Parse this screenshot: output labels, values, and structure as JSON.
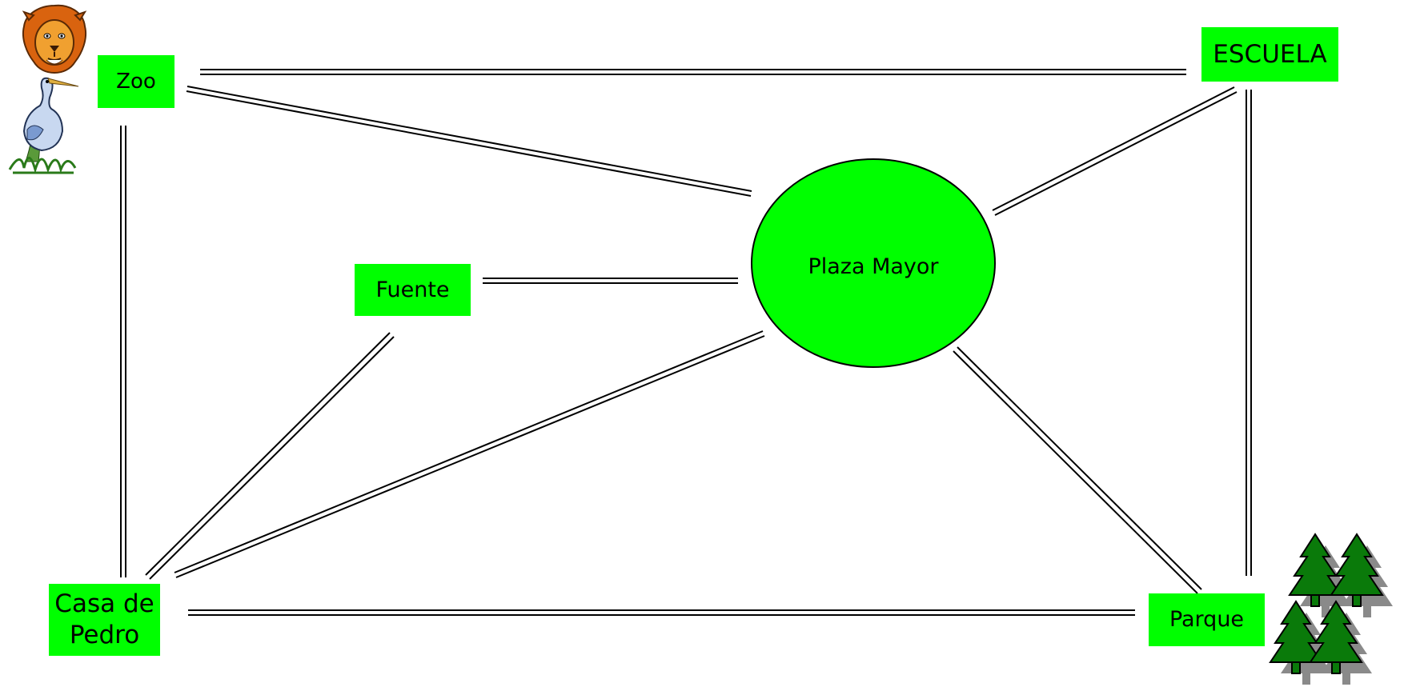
{
  "nodes": {
    "zoo": "Zoo",
    "escuela": "ESCUELA",
    "fuente": "Fuente",
    "plaza_mayor": "Plaza Mayor",
    "casa_de_pedro": "Casa de\nPedro",
    "parque": "Parque"
  },
  "colors": {
    "node_fill": "#00ff00",
    "line": "#000000",
    "tree_fill": "#007a00",
    "tree_shadow": "#8a8a8a"
  },
  "icons": [
    "lion-icon",
    "heron-icon",
    "pine-trees-icon"
  ]
}
